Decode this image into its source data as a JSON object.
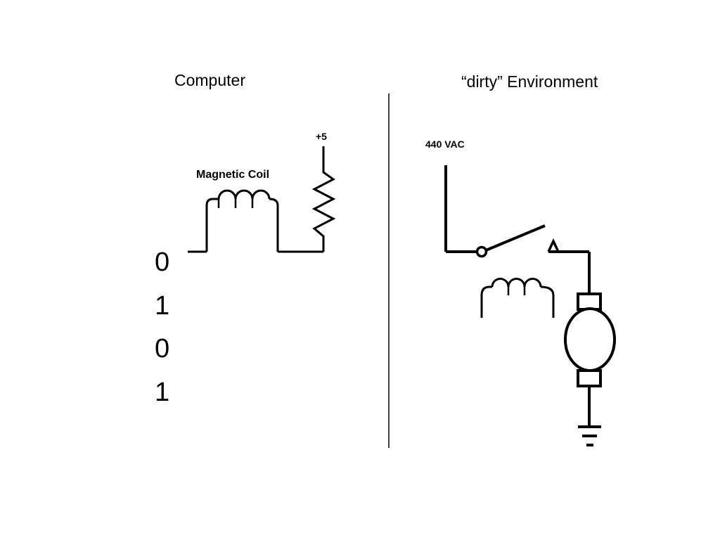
{
  "left_panel": {
    "title": "Computer",
    "coil_label": "Magnetic Coil",
    "supply_label": "+5",
    "bits": [
      "0",
      "1",
      "0",
      "1"
    ]
  },
  "right_panel": {
    "title": "“dirty” Environment",
    "voltage_label": "440 VAC"
  },
  "colors": {
    "ink": "#000000",
    "background": "#ffffff"
  },
  "icons": [
    "inductor-icon",
    "resistor-icon",
    "switch-icon",
    "motor-icon",
    "ground-icon"
  ]
}
